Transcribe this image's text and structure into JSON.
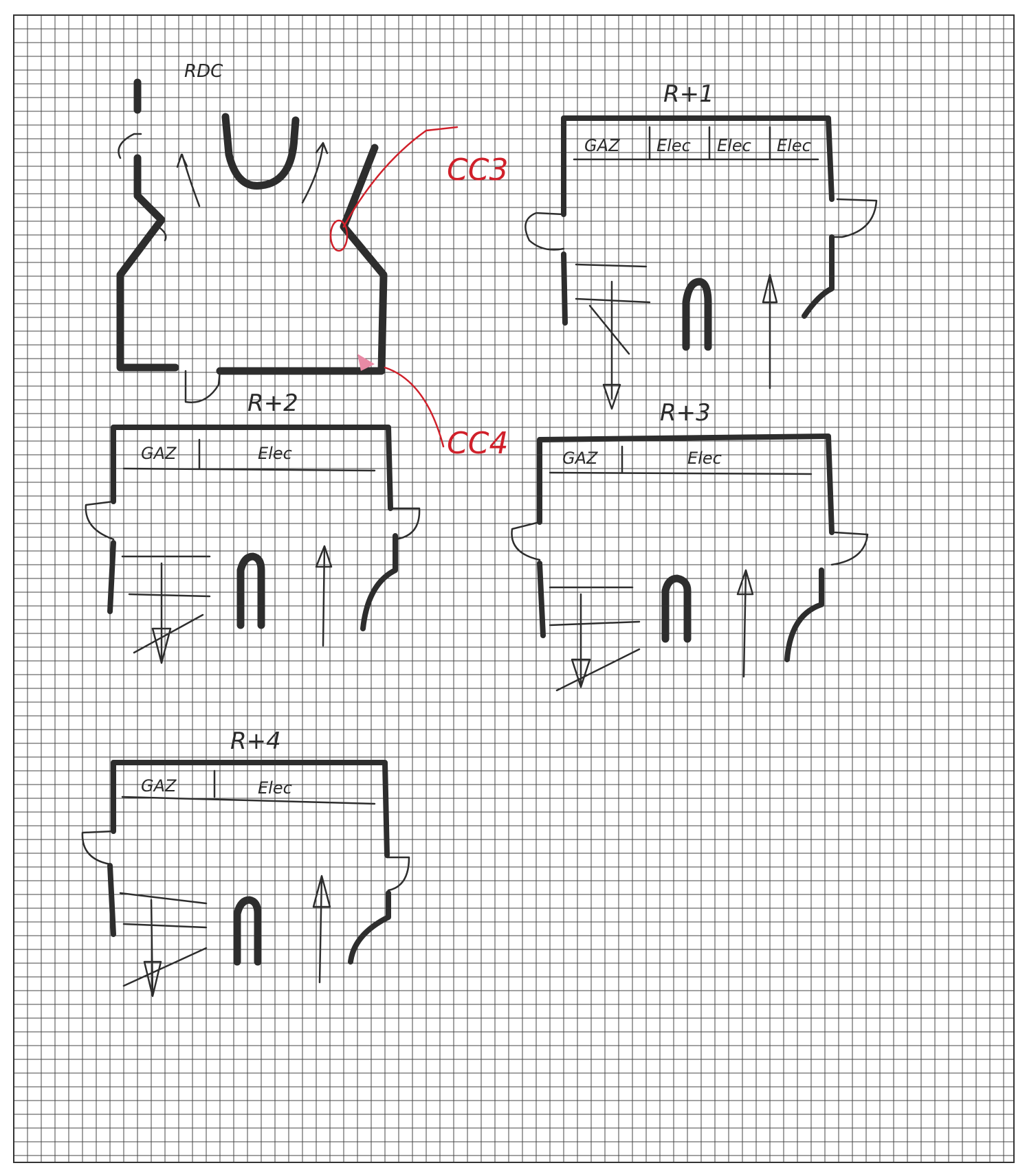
{
  "sheet": {
    "paper_color": "#ffffff",
    "grid_color": "#444444",
    "ink_color": "#2d2d2d",
    "accent_color": "#d0202a"
  },
  "floors": {
    "rdc": {
      "label": "RDC"
    },
    "r1": {
      "label": "R+1",
      "meters": [
        "GAZ",
        "Elec",
        "Elec",
        "Elec"
      ]
    },
    "r2": {
      "label": "R+2",
      "meters": [
        "GAZ",
        "Elec"
      ]
    },
    "r3": {
      "label": "R+3",
      "meters": [
        "GAZ",
        "Elec"
      ]
    },
    "r4": {
      "label": "R+4",
      "meters": [
        "GAZ",
        "Elec"
      ]
    }
  },
  "annotations": {
    "cc3": "CC3",
    "cc4": "CC4"
  }
}
